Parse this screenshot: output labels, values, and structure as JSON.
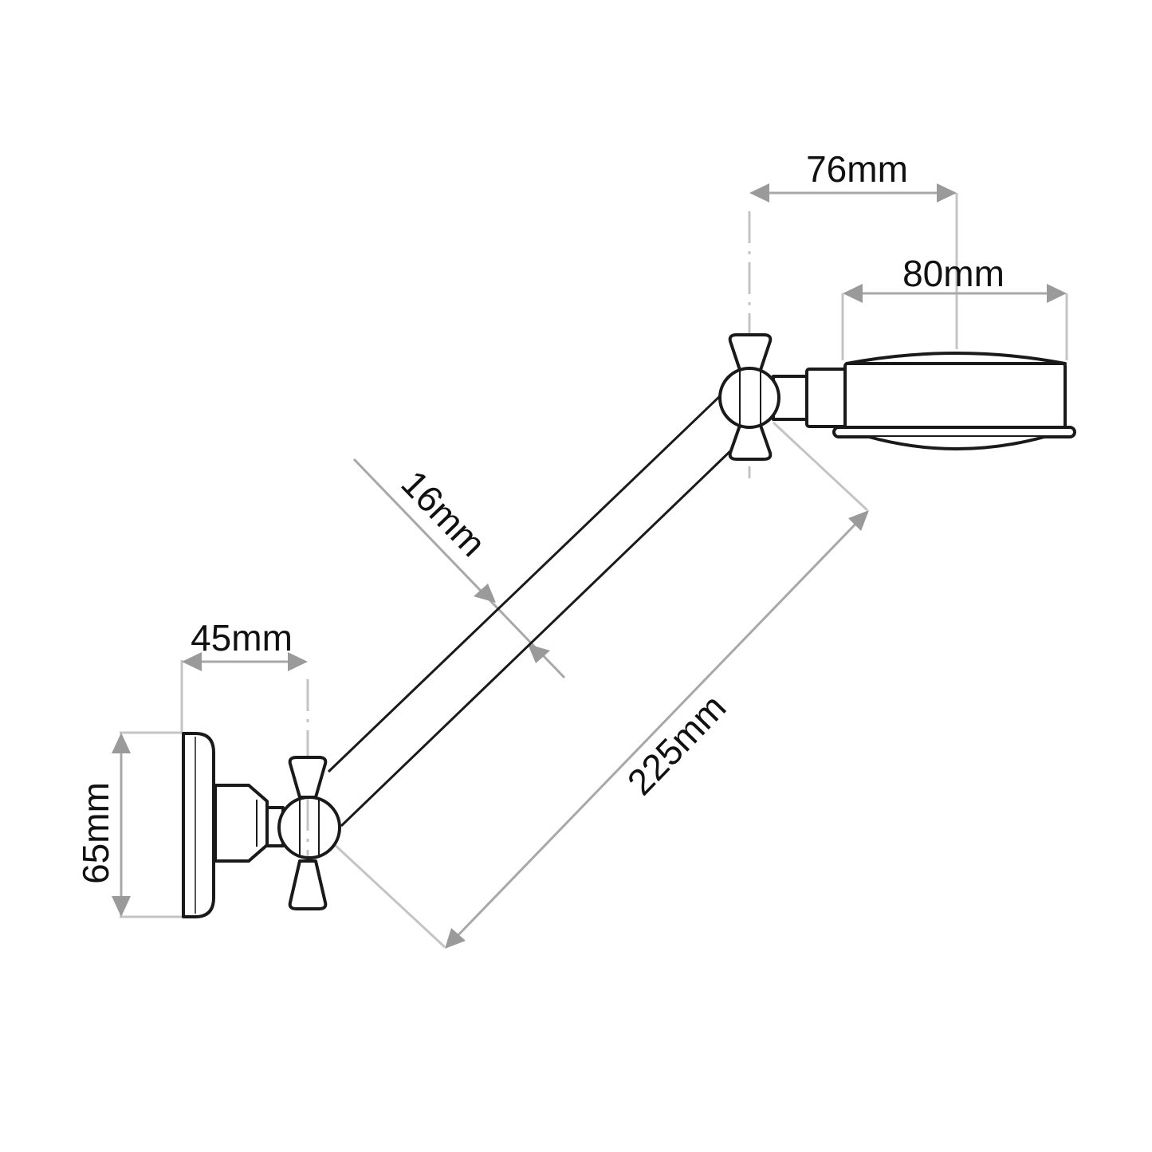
{
  "diagram": {
    "type": "technical-dimension-drawing",
    "subject": "adjustable shower arm with shower head",
    "colors": {
      "outline": "#1a1a1a",
      "dimension_line": "#a8a8a8",
      "arrowhead": "#9a9a9a",
      "label_text": "#111111",
      "background": "#ffffff"
    },
    "dimensions": {
      "head_offset": {
        "label": "76mm",
        "orientation": "horizontal"
      },
      "head_diameter": {
        "label": "80mm",
        "orientation": "horizontal"
      },
      "arm_diameter": {
        "label": "16mm",
        "orientation": "diagonal"
      },
      "arm_length": {
        "label": "225mm",
        "orientation": "diagonal"
      },
      "wall_offset": {
        "label": "45mm",
        "orientation": "horizontal"
      },
      "flange_height": {
        "label": "65mm",
        "orientation": "vertical"
      }
    },
    "components": [
      "wall-flange",
      "flange-hex-nut",
      "lower-swivel-joint",
      "lower-cross-handle",
      "extension-arm",
      "upper-swivel-joint",
      "upper-cross-handle",
      "head-connector",
      "shower-head"
    ]
  }
}
